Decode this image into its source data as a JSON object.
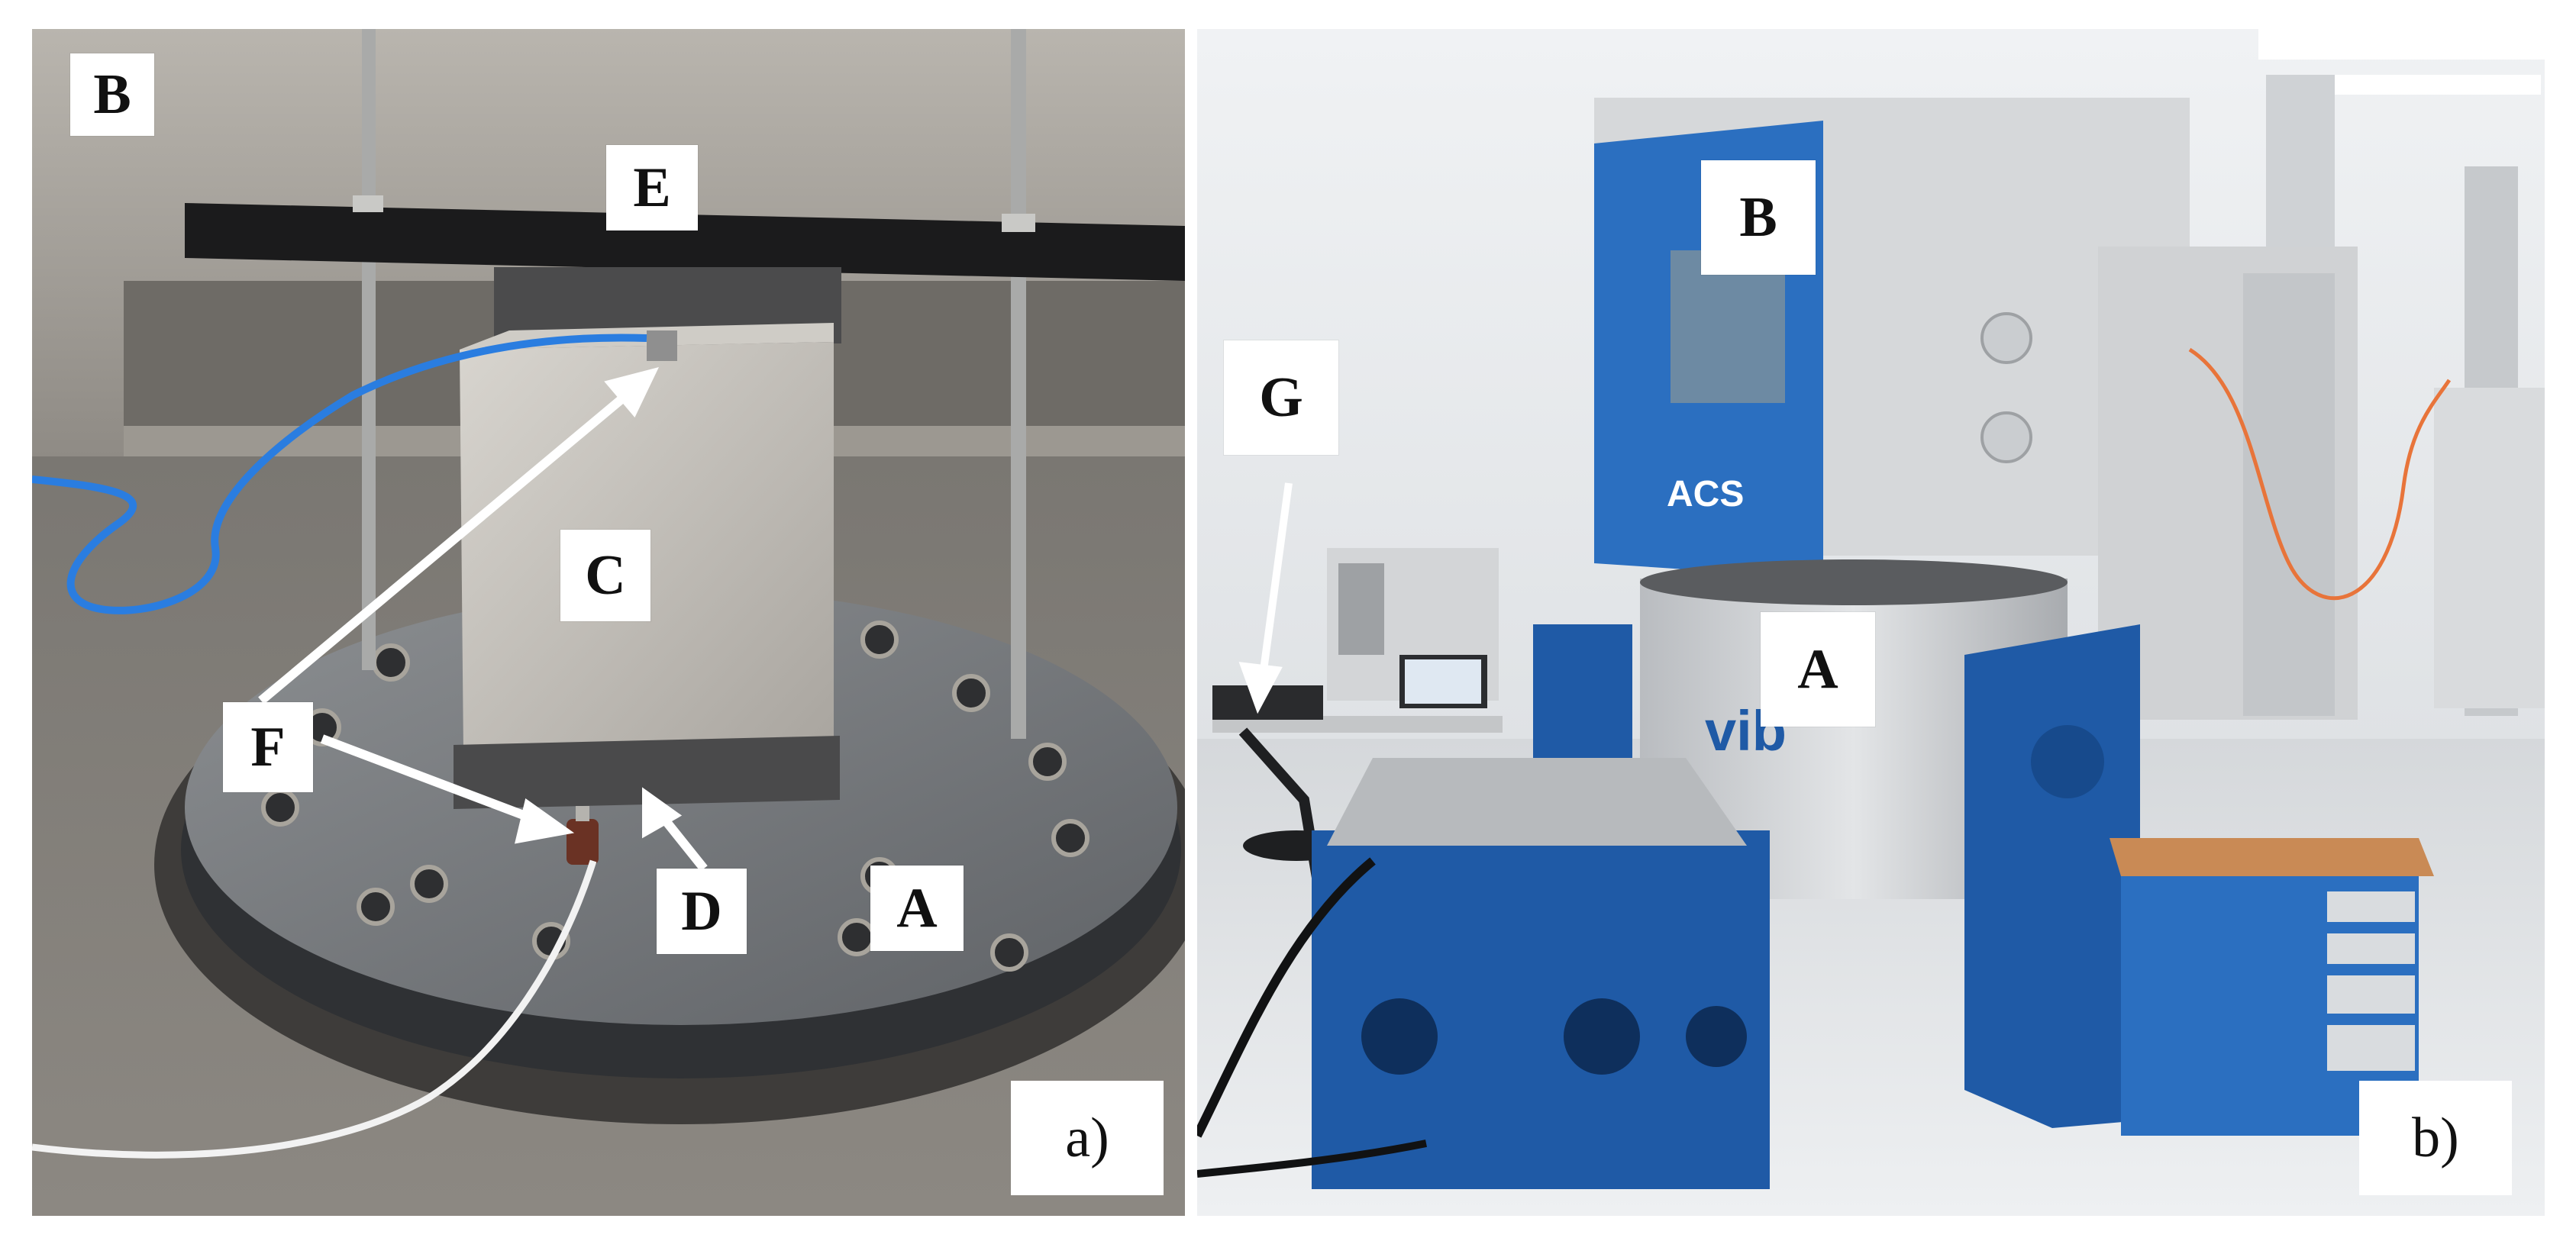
{
  "panels": {
    "a": {
      "caption": "a)",
      "labels": {
        "B": "B",
        "E": "E",
        "C": "C",
        "F": "F",
        "D": "D",
        "A": "A"
      }
    },
    "b": {
      "caption": "b)",
      "labels": {
        "B": "B",
        "G": "G",
        "A": "A"
      },
      "brand_text": "ACS",
      "shaker_text": "vib"
    }
  },
  "colors": {
    "frame": "#ffffff",
    "shaker_blue": "#1f5aa6",
    "chamber_blue": "#2b6fc0",
    "concrete": "#c9c6c0",
    "steel_table": "#6f7276",
    "cable_blue": "#2a7de0",
    "cable_orange": "#e8743a",
    "wood": "#c98a55"
  }
}
